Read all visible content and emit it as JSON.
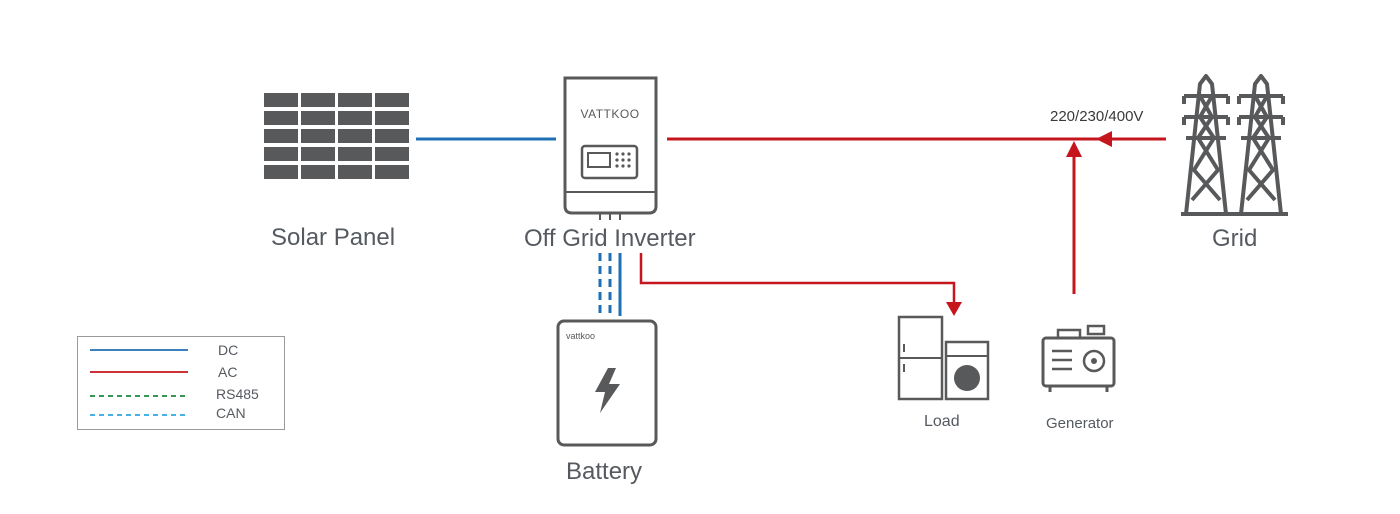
{
  "colors": {
    "dc": "#1f6fb5",
    "ac": "#c4161c",
    "rs485": "#1a8a3c",
    "can": "#2aa7df",
    "device": "#58595b"
  },
  "labels": {
    "solar_panel": "Solar Panel",
    "inverter": "Off Grid Inverter",
    "grid": "Grid",
    "battery": "Battery",
    "load": "Load",
    "generator": "Generator",
    "voltage": "220/230/400V",
    "inverter_brand": "VATTKOO",
    "battery_brand": "vattkoo"
  },
  "legend": {
    "dc": "DC",
    "ac": "AC",
    "rs485": "RS485",
    "can": "CAN"
  },
  "icons": {
    "solar": "solar-panel-icon",
    "inverter": "inverter-icon",
    "battery": "battery-icon",
    "grid": "transmission-tower-icon",
    "load": "appliance-icon",
    "generator": "generator-icon"
  }
}
